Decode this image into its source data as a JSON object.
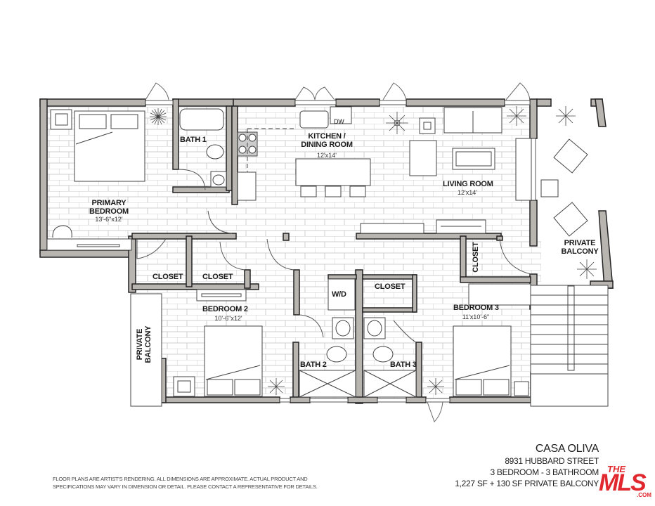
{
  "rooms": {
    "primary_bedroom": {
      "name": "PRIMARY\nBEDROOM",
      "name_line1": "PRIMARY",
      "name_line2": "BEDROOM",
      "dimensions": "13'-6\"x12'"
    },
    "bath_1": {
      "name": "BATH 1"
    },
    "kitchen": {
      "name_line1": "KITCHEN /",
      "name_line2": "DINING ROOM",
      "dimensions": "12'x14'",
      "dishwasher_label": "DW"
    },
    "living_room": {
      "name": "LIVING ROOM",
      "dimensions": "12'x14'"
    },
    "private_balcony_east": {
      "name_line1": "PRIVATE",
      "name_line2": "BALCONY"
    },
    "closet_1": {
      "name": "CLOSET"
    },
    "closet_2": {
      "name": "CLOSET"
    },
    "closet_3": {
      "name": "CLOSET"
    },
    "closet_4": {
      "name": "CLOSET"
    },
    "washer_dryer": {
      "name": "W/D"
    },
    "bedroom_2": {
      "name": "BEDROOM 2",
      "dimensions": "10'-6\"x12'"
    },
    "bedroom_3": {
      "name": "BEDROOM 3",
      "dimensions": "11'x10'-6\""
    },
    "bath_2": {
      "name": "BATH 2"
    },
    "bath_3": {
      "name": "BATH 3"
    },
    "private_balcony_west": {
      "name_line1": "PRIVATE",
      "name_line2": "BALCONY"
    }
  },
  "title_block": {
    "property_name": "CASA OLIVA",
    "address": "8931 HUBBARD STREET",
    "bed_bath": "3 BEDROOM - 3 BATHROOM",
    "area": "1,227 SF + 130 SF PRIVATE BALCONY"
  },
  "disclaimer": {
    "line1": "FLOOR PLANS ARE ARTIST'S RENDERING. ALL DIMENSIONS ARE APPROXIMATE.  ACTUAL PRODUCT AND",
    "line2": "SPECIFICATIONS MAY VARY IN DIMENSION OR DETAIL. PLEASE CONTACT A REPRESENTATIVE FOR DETAILS."
  },
  "watermark": {
    "line1": "THE",
    "line2": "MLS",
    "line3": ".COM",
    "color": "#e0282e"
  },
  "colors": {
    "wall_fill": "#b8b4b0",
    "wall_stroke": "#222222",
    "brick_line": "#c9c9c9",
    "furniture": "#555555"
  }
}
